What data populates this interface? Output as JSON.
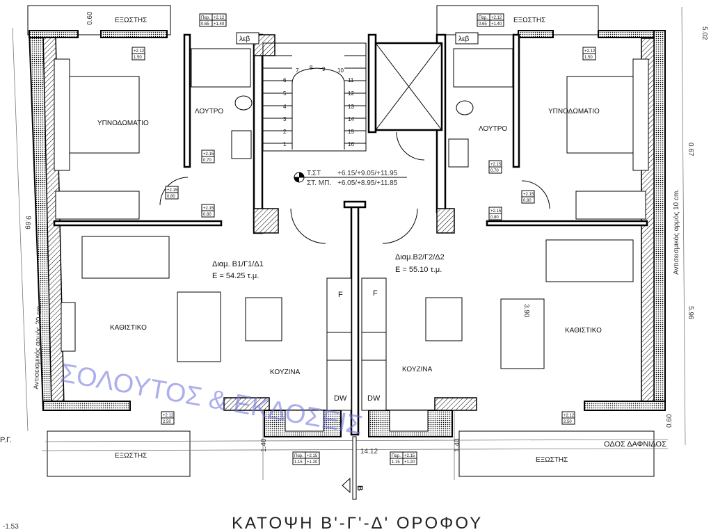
{
  "drawing": {
    "title": "ΚΑΤΟΨΗ Β'-Γ'-Δ' ΟΡΟΦΟΥ",
    "watermark": "ΣΟΛΟΥΤΟΣ & ΕΚΔΟΣΕΙΣ",
    "street": "ΟΔΟΣ ΔΑΦΝΙΔΟΣ",
    "ground_ref": "Ρ.Γ.",
    "section_marker": "Β"
  },
  "rooms": {
    "balcony": "ΕΞΩΣΤΗΣ",
    "bedroom": "ΥΠΝΟΔΩΜΑΤΙΟ",
    "bathroom": "ΛΟΥΤΡΟ",
    "living": "ΚΑΘΙΣΤΙΚΟ",
    "kitchen": "ΚΟΥΖΙΝΑ",
    "boiler": "λεβ",
    "fridge": "F",
    "dishwasher": "DW"
  },
  "apartments": [
    {
      "name": "Διαμ. Β1/Γ1/Δ1",
      "area": "Ε = 54.25 τ.μ."
    },
    {
      "name": "Διαμ.Β2/Γ2/Δ2",
      "area": "Ε = 55.10 τ.μ."
    }
  ],
  "levels": {
    "floor_label": "Τ.ΣΤ",
    "floor_values": "+6.15/+9.05/+11.95",
    "slab_label": "ΣΤ. ΜΠ.",
    "slab_values": "+6.05/+8.95/+11.85"
  },
  "dimensions": {
    "top_balcony": "0.60",
    "right_top": "5.02",
    "right_joint": "0.67",
    "right_main": "5.96",
    "left_main": "9.69",
    "total_width": "14.12",
    "bottom_balcony": "1.40",
    "living_depth": "3.90",
    "right_bottom": "0.60",
    "ground_level": "-1.53"
  },
  "joints": {
    "left": "Αντισεισμικός αρμός 20 cm.",
    "right": "Αντισεισμικός αρμός 10 cm."
  },
  "openings": {
    "balcony_door_top": {
      "type": "Παρ.",
      "h": "+2.12",
      "w": "0.65",
      "sill": "+1.40"
    },
    "kitchen_window": {
      "type": "Παρ.",
      "h": "+2.15",
      "w": "1.15",
      "sill": "+1.20"
    },
    "bedroom_window": {
      "h": "+2.12",
      "w": "1.50"
    },
    "bath_door": {
      "h": "+2.15",
      "w": "0.70"
    },
    "room_door": {
      "h": "+2.15",
      "w": "0.80"
    },
    "living_door": {
      "h": "+2.12",
      "w": "2.50"
    }
  },
  "stairs": [
    "1",
    "2",
    "3",
    "4",
    "5",
    "6",
    "7",
    "8",
    "9",
    "10",
    "11",
    "12",
    "13",
    "14",
    "15",
    "16"
  ]
}
